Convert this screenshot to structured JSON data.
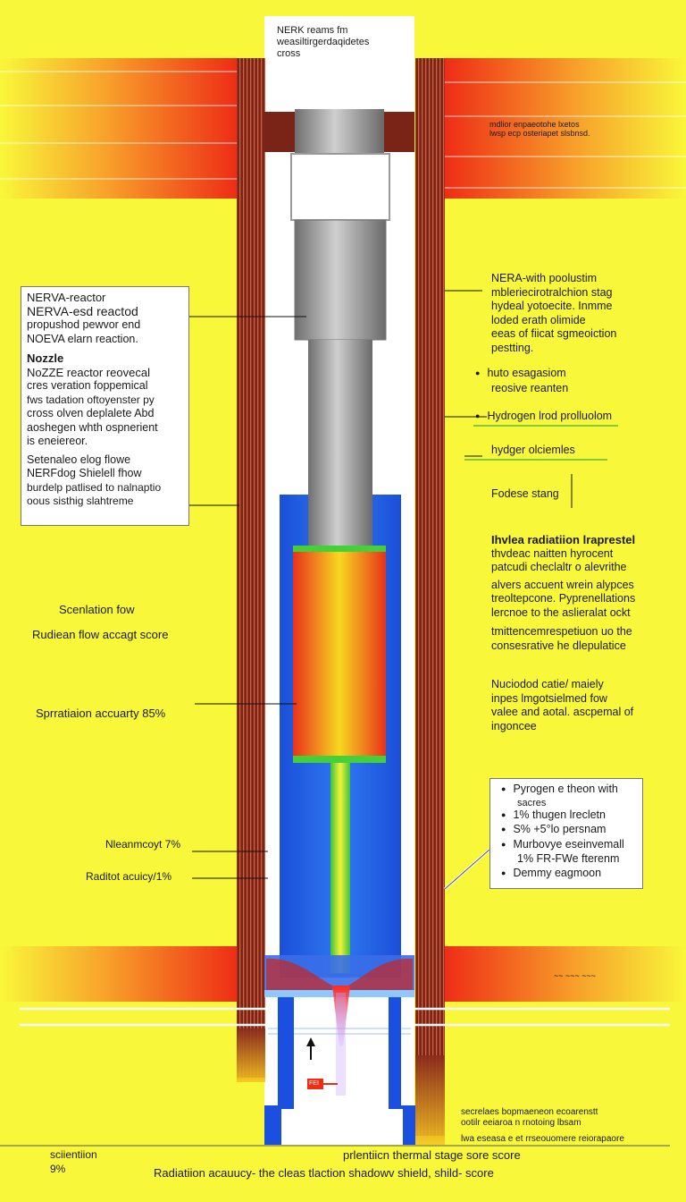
{
  "colors": {
    "background": "#f9f73a",
    "heat_red": "#ee2d16",
    "heat_orange": "#f8a12a",
    "wall": "#7a2418",
    "coolant_blue": "#1a5fe6",
    "core_red": "#e8321a",
    "core_yellow": "#f7d81f",
    "exhaust_green": "#44d038",
    "nozzle_gray": "#8c8c8c"
  },
  "top_label": [
    "NERK reams fm",
    "weasiltirgerdaqidetes",
    "cross"
  ],
  "upper_right_small": [
    "mdlior enpaeotohe lxetos",
    "lwsp ecp osteriapet slsbnsd."
  ],
  "left_box": {
    "lines": [
      "NERVA-reactor",
      "NERVA-esd reactod",
      "propushod pewvor end",
      "NOEVA elarn reaction.",
      "Nozzle",
      "NoZZE reactor reovecal",
      "cres veration foppemical",
      "fws tadation oftoyenster py",
      "cross olven deplalete Abd",
      "aoshegen whth ospnerient",
      "is eneiereor.",
      "Setenaleo elog flowe",
      "NERFdog Shielell fhow",
      "burdelp patlised to nalnaptio",
      "oous sisthig slahtreme"
    ]
  },
  "right_callouts": {
    "c1": [
      "NERA-with poolustim",
      "mbleriecirotralchion stag",
      "hydeal yotoecite. Inmme",
      "loded erath olimide",
      "eeas of fiicat sgmeoiction",
      "pestting."
    ],
    "b1": [
      "huto esagasiom",
      "reosive reanten"
    ],
    "b2": "Hydrogen lrod prolluolom",
    "b3": "hydger olciemles",
    "b4": "Fodese stang",
    "c2_head": "Ihvlea radiatiion lraprestel",
    "c2": [
      "thvdeac naitten hyrocent",
      "patcudi checlaltr o alevrithe",
      "alvers accuent wrein alypces",
      "treoltepcone. Pyprenellations",
      "lercnoe to the aslieralat ockt",
      "tmittencemrespetiuon uo the",
      "consesrative he dlepulatice"
    ],
    "c3": [
      "Nuciodod catie/ maiely",
      "inpes lmgotsielmed fow",
      "valee and aotal. ascpemal of",
      "ingoncee"
    ]
  },
  "bullet_box": {
    "items": [
      "Pyrogen e theon with",
      "1% thugen lrecletn",
      "S% +5°lo persnam",
      "Murbovye eseinvemall"
    ],
    "sub_1": "sacres",
    "sub_4": "1% FR-FWe fterenm",
    "last": "Demmy eagmoon"
  },
  "left_labels": {
    "flow1": "Scenlation fow",
    "flow2": "Rudiean flow accagt score",
    "accuracy": "Sprratiaion accuarty 85%",
    "n75": "Nleanmcoyt 7%",
    "rad": "Raditot acuicy/1%"
  },
  "lower_right_small_1": "~~ ~~~ ~~~",
  "lower_right_small_2": [
    "secrelaes bopmaeneon ecoarenstt",
    "ootilr eeiaroa n rnotoing lbsam"
  ],
  "lower_right_small_3": "lwa eseasa e et rrseouomere reiorapaore",
  "exhaust_tag": "FEI",
  "footer": {
    "left_1": "sciientiion",
    "left_2": "9%",
    "center": "prlentiicn thermal stage sore score",
    "bottom": "Radiatiion acauucy- the cleas tlaction shadowv shield, shild- score"
  }
}
